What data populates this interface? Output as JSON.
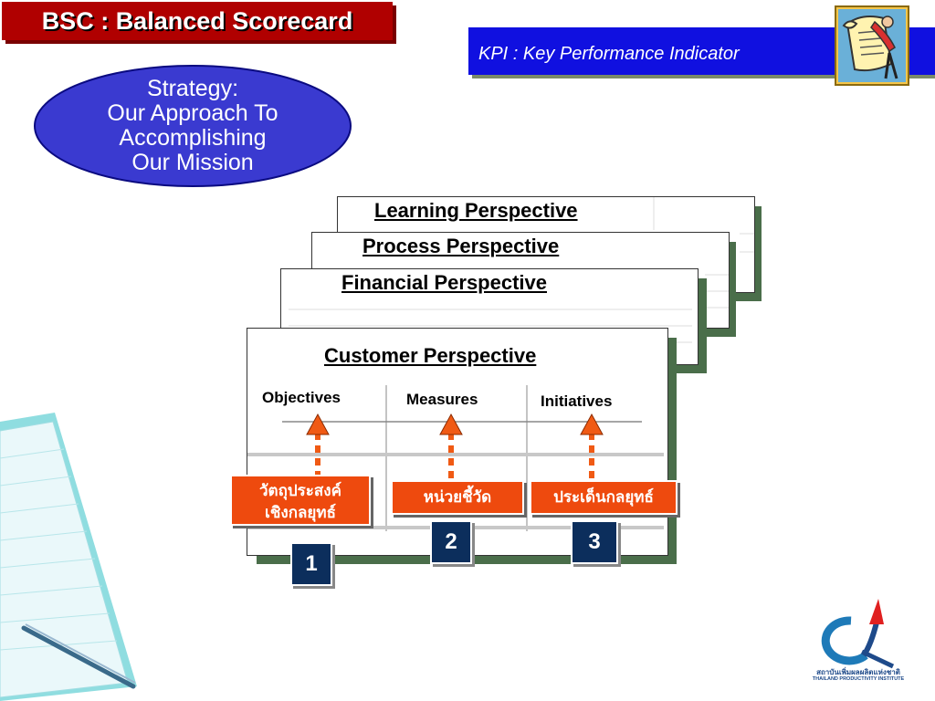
{
  "header": {
    "title": "BSC : Balanced Scorecard",
    "subtitle": "KPI : Key Performance Indicator"
  },
  "strategy": {
    "lines": [
      "Strategy:",
      "Our Approach To",
      "Accomplishing",
      "Our Mission"
    ]
  },
  "perspectives": {
    "learning": "Learning  Perspective",
    "process": "Process Perspective",
    "financial": "Financial Perspective",
    "customer": "Customer Perspective"
  },
  "columns": {
    "objectives": "Objectives",
    "measures": "Measures",
    "initiatives": "Initiatives"
  },
  "boxes": {
    "objectives_line1": "วัตถุประสงค์",
    "objectives_line2": "เชิงกลยุทธ์",
    "measures": "หน่วยชี้วัด",
    "initiatives": "ประเด็นกลยุทธ์"
  },
  "numbers": {
    "one": "1",
    "two": "2",
    "three": "3"
  },
  "logo": {
    "thai_name": "สถาบันเพิ่มผลผลิตแห่งชาติ",
    "english_name": "THAILAND PRODUCTIVITY INSTITUTE"
  },
  "colors": {
    "title_red": "#b00000",
    "band_blue": "#1010e0",
    "ellipse_blue": "#3a3ad0",
    "orange": "#ee4a0e",
    "navy": "#0c2e5c",
    "card_shadow": "#4a6e4a"
  }
}
